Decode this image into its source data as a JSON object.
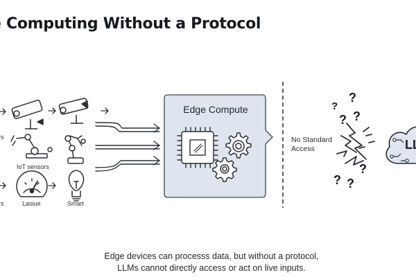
{
  "title": "e Computing Without a Protocol",
  "devices": {
    "label_iot": "IoT sensors",
    "label_rs": "rs",
    "label_rs2": "rs",
    "label_lasue": "Lasiue",
    "label_smart": "Smart"
  },
  "edge_box": {
    "title": "Edge Compute"
  },
  "no_access": {
    "line1": "No Standard",
    "line2": "Access"
  },
  "llm_label": "LL",
  "question_mark": "?",
  "caption": {
    "line1": "Edge devices can processs data, but without a protocol,",
    "line2": "LLMs cannot directly access or act on live inputs."
  },
  "colors": {
    "edge_box_fill": "#dfe5ee",
    "edge_box_border": "#5b6675",
    "cloud_fill": "#dfe6f0",
    "ink": "#1f252c"
  },
  "icons": [
    "security-camera-icon",
    "robot-arm-icon",
    "gauge-icon",
    "light-bulb-icon",
    "chip-icon",
    "gear-icon",
    "cloud-icon",
    "lightning-icon"
  ]
}
